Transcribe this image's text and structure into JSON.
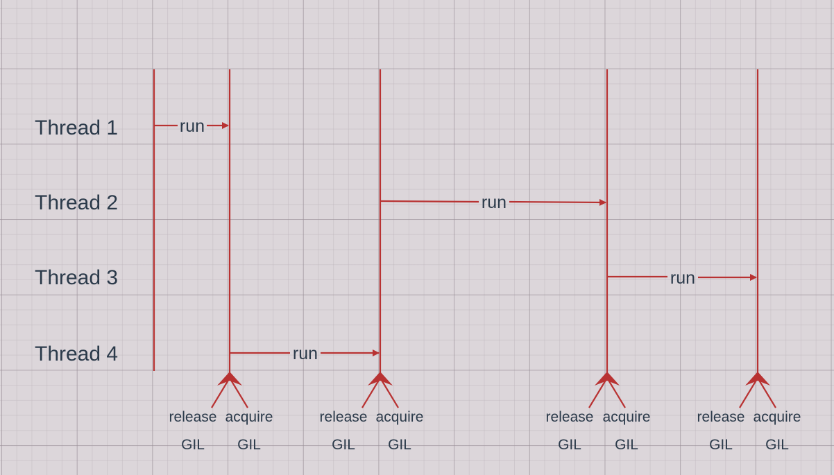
{
  "colors": {
    "line": "#b83232",
    "text": "#2b3a4a",
    "background": "#dcd6da"
  },
  "threads": [
    {
      "label": "Thread 1"
    },
    {
      "label": "Thread 2"
    },
    {
      "label": "Thread 3"
    },
    {
      "label": "Thread 4"
    }
  ],
  "runs": [
    {
      "thread": "Thread 1",
      "label": "run"
    },
    {
      "thread": "Thread 2",
      "label": "run"
    },
    {
      "thread": "Thread 3",
      "label": "run"
    },
    {
      "thread": "Thread 4",
      "label": "run"
    }
  ],
  "gil_events": [
    {
      "release_line1": "release",
      "release_line2": "GIL",
      "acquire_line1": "acquire",
      "acquire_line2": "GIL"
    },
    {
      "release_line1": "release",
      "release_line2": "GIL",
      "acquire_line1": "acquire",
      "acquire_line2": "GIL"
    },
    {
      "release_line1": "release",
      "release_line2": "GIL",
      "acquire_line1": "acquire",
      "acquire_line2": "GIL"
    },
    {
      "release_line1": "release",
      "release_line2": "GIL",
      "acquire_line1": "acquire",
      "acquire_line2": "GIL"
    }
  ]
}
